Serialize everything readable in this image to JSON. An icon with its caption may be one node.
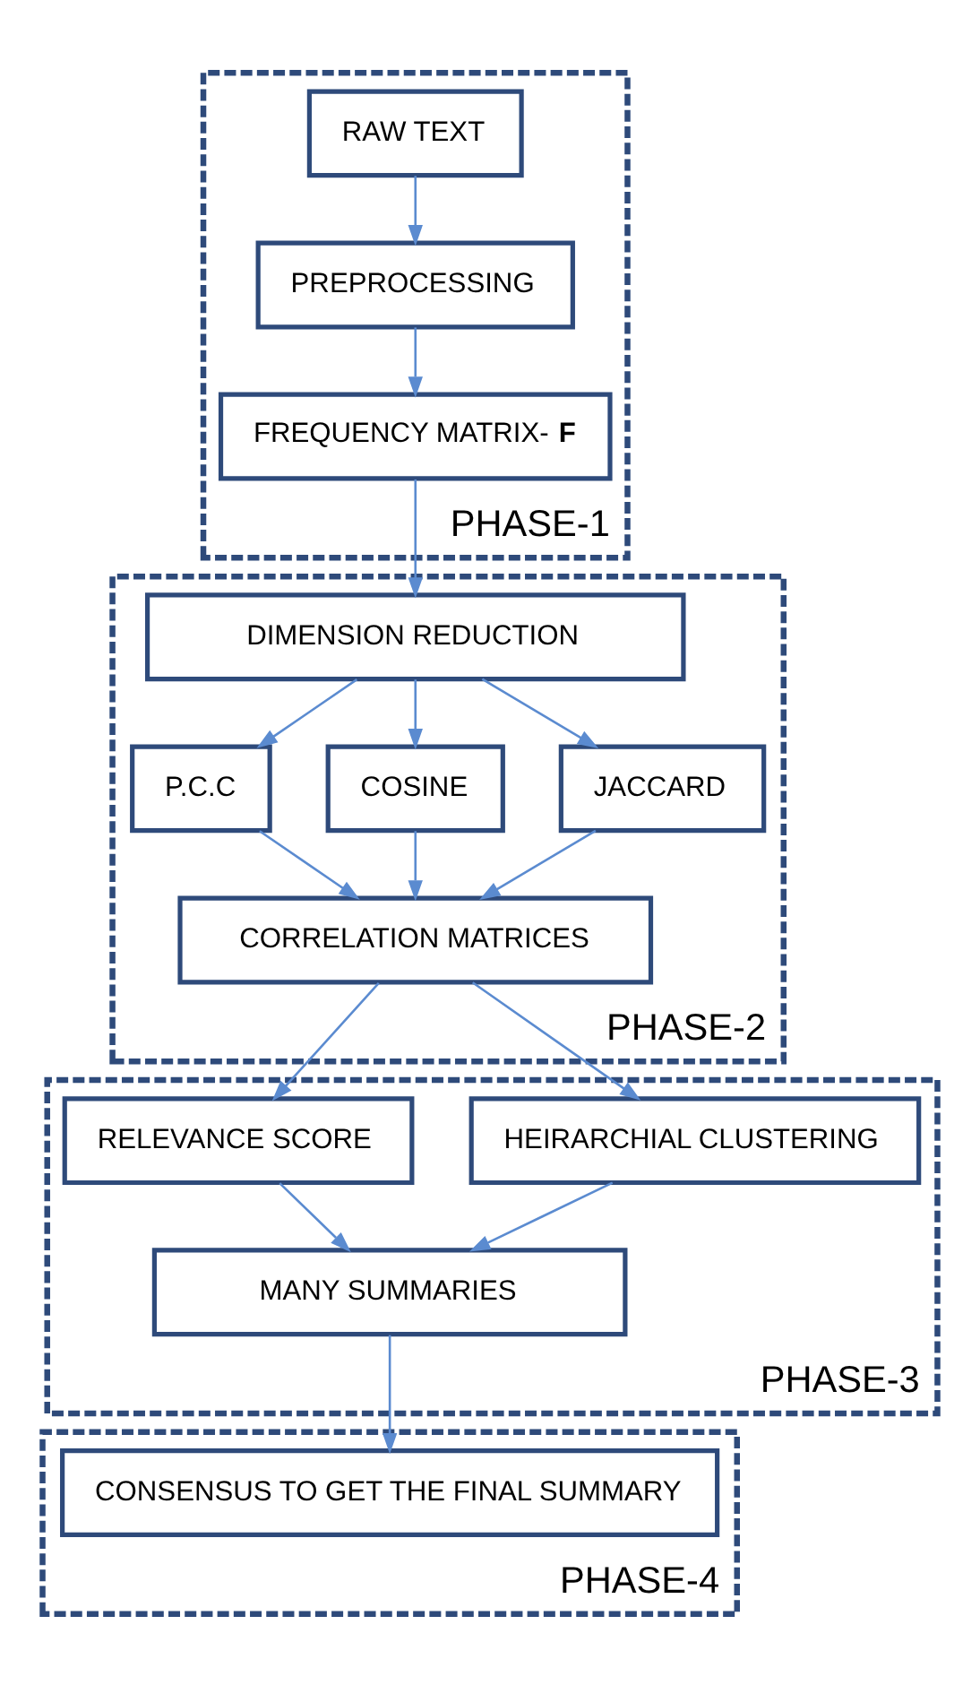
{
  "diagram": {
    "nodes": [
      {
        "text": [
          "PHASE-1"
        ]
      },
      {
        "text": [
          "RAW TEXT"
        ],
        "in": 0
      },
      {
        "text": [
          "PREPROCESSING"
        ],
        "in": 0
      },
      {
        "text": [
          "FREQUENCY MATRIX- **F**"
        ],
        "in": 0
      },
      {
        "text": [
          "PHASE-2"
        ]
      },
      {
        "text": [
          "DIMENSION REDUCTION"
        ],
        "in": 4
      },
      {
        "text": [
          "P.C.C"
        ],
        "in": 4
      },
      {
        "text": [
          "COSINE"
        ],
        "in": 4
      },
      {
        "text": [
          "JACCARD"
        ],
        "in": 4
      },
      {
        "text": [
          "CORRELATION MATRICES"
        ],
        "in": 4
      },
      {
        "text": [
          "PHASE-3"
        ]
      },
      {
        "text": [
          "HEIRARCHIAL CLUSTERING"
        ],
        "in": 10
      },
      {
        "text": [
          "RELEVANCE SCORE"
        ],
        "in": 10
      },
      {
        "text": [
          "MANY SUMMARIES"
        ],
        "in": 10
      },
      {
        "text": [
          "PHASE-4"
        ]
      },
      {
        "text": [
          "CONSENSUS TO GET THE FINAL SUMMARY"
        ],
        "in": 14
      }
    ],
    "edges": [
      {
        "from": 1,
        "to": 2,
        "arrow": "to"
      },
      {
        "from": 2,
        "to": 3,
        "arrow": "to"
      },
      {
        "from": 3,
        "to": 5,
        "arrow": "to"
      },
      {
        "from": 5,
        "to": 6,
        "arrow": "to"
      },
      {
        "from": 5,
        "to": 7,
        "arrow": "to"
      },
      {
        "from": 5,
        "to": 8,
        "arrow": "to"
      },
      {
        "from": 6,
        "to": 9,
        "arrow": "to"
      },
      {
        "from": 7,
        "to": 9,
        "arrow": "to"
      },
      {
        "from": 8,
        "to": 9,
        "arrow": "to"
      },
      {
        "from": 9,
        "to": 11,
        "arrow": "to"
      },
      {
        "from": 9,
        "to": 12,
        "arrow": "to"
      },
      {
        "from": 11,
        "to": 13,
        "arrow": "to"
      },
      {
        "from": 12,
        "to": 13,
        "arrow": "to"
      },
      {
        "from": 13,
        "to": 15,
        "arrow": "to"
      }
    ]
  }
}
